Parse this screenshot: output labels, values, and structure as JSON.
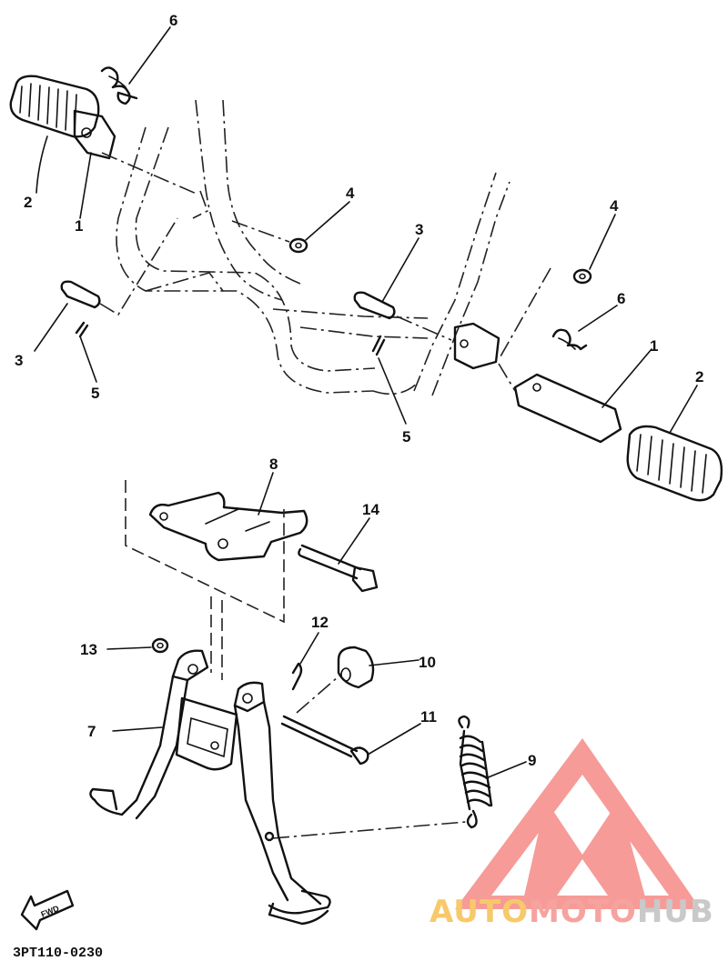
{
  "diagram": {
    "code": "3PT110-0230",
    "fwd_label": "FWD",
    "callouts": [
      "6",
      "2",
      "1",
      "4",
      "3",
      "3",
      "5",
      "4",
      "6",
      "5",
      "1",
      "2",
      "8",
      "14",
      "13",
      "12",
      "10",
      "7",
      "11",
      "9"
    ]
  },
  "watermark": {
    "part1": "AUTO",
    "part2": "MOTO",
    "part3": "HUB",
    "color1": "#f7c96a",
    "color2": "#f6a3a0",
    "color3": "#c9c9c9",
    "logo_color": "#f58a85"
  }
}
